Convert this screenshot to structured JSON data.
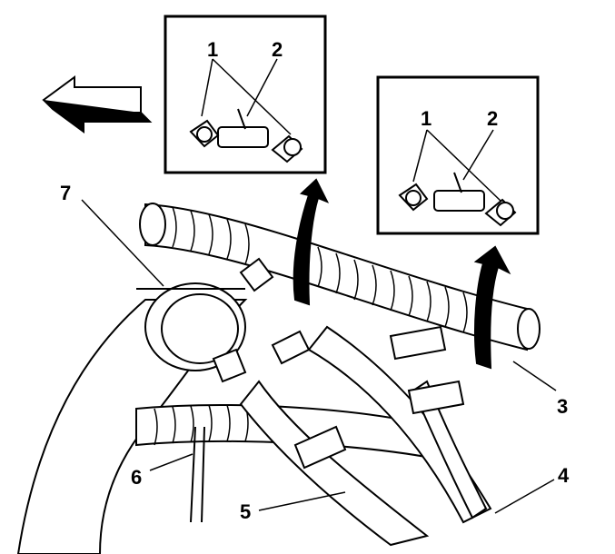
{
  "figure": {
    "detail_left": {
      "callout_clamp": "1",
      "callout_bracket": "2"
    },
    "detail_right": {
      "callout_clamp": "1",
      "callout_bracket": "2"
    },
    "callouts": {
      "pipe_upper_right": "3",
      "pipe_lower_right": "4",
      "pipe_lower_middle": "5",
      "wire_lower_left": "6",
      "large_hose": "7"
    },
    "direction_arrow": "left-arrow-icon"
  }
}
